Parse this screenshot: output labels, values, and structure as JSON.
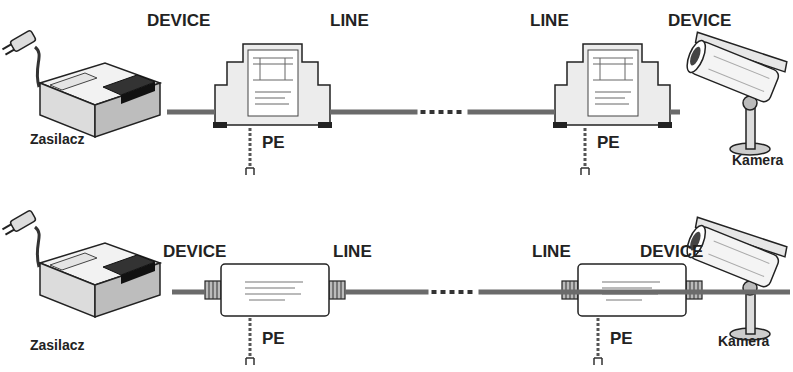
{
  "diagram": {
    "nodes": [
      {
        "text": [
          "Zasilacz"
        ]
      },
      {
        "text": [
          "DEVICE",
          "LINE"
        ]
      },
      {
        "text": [
          "LINE",
          "DEVICE"
        ]
      },
      {
        "text": [
          "Kamera"
        ]
      },
      {
        "text": [
          "Zasilacz"
        ]
      },
      {
        "text": [
          "DEVICE",
          "LINE"
        ]
      },
      {
        "text": [
          "LINE",
          "DEVICE"
        ]
      },
      {
        "text": [
          "Kamera"
        ]
      }
    ],
    "edges": [
      {
        "from": 0,
        "to": 1,
        "arrow": "none"
      },
      {
        "from": 1,
        "to": 2,
        "arrow": "none"
      },
      {
        "from": 2,
        "to": 3,
        "arrow": "none"
      },
      {
        "from": 4,
        "to": 5,
        "arrow": "none"
      },
      {
        "from": 5,
        "to": 6,
        "arrow": "none"
      },
      {
        "from": 6,
        "to": 7,
        "arrow": "none"
      }
    ],
    "labels": [
      "PE",
      "PE",
      "PE",
      "PE"
    ]
  }
}
